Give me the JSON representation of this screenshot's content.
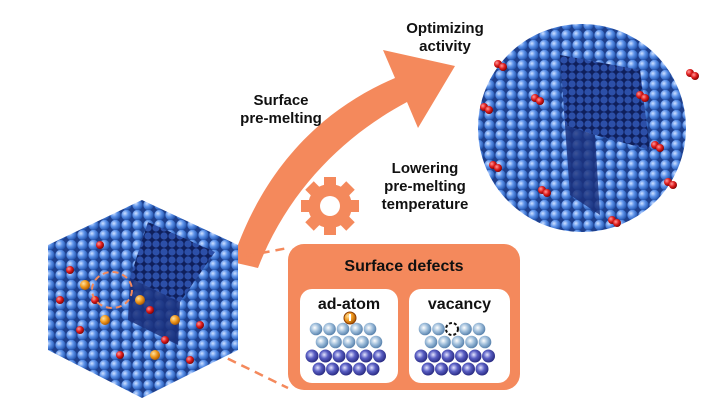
{
  "labels": {
    "surface_premelting": [
      "Surface",
      "pre-melting"
    ],
    "optimizing_activity": [
      "Optimizing",
      "activity"
    ],
    "lowering": [
      "Lowering",
      "pre-melting",
      "temperature"
    ]
  },
  "defects_box": {
    "title": "Surface defects",
    "panels": [
      {
        "label": "ad-atom"
      },
      {
        "label": "vacancy"
      }
    ]
  },
  "colors": {
    "accent_orange": "#f4895c",
    "atom_blue": "#4f86e0",
    "atom_light": "#8fb3d6",
    "atom_dark": "#4a4fb0",
    "adsorbate_red": "#d81f1f",
    "defect_orange": "#f19a1f"
  }
}
